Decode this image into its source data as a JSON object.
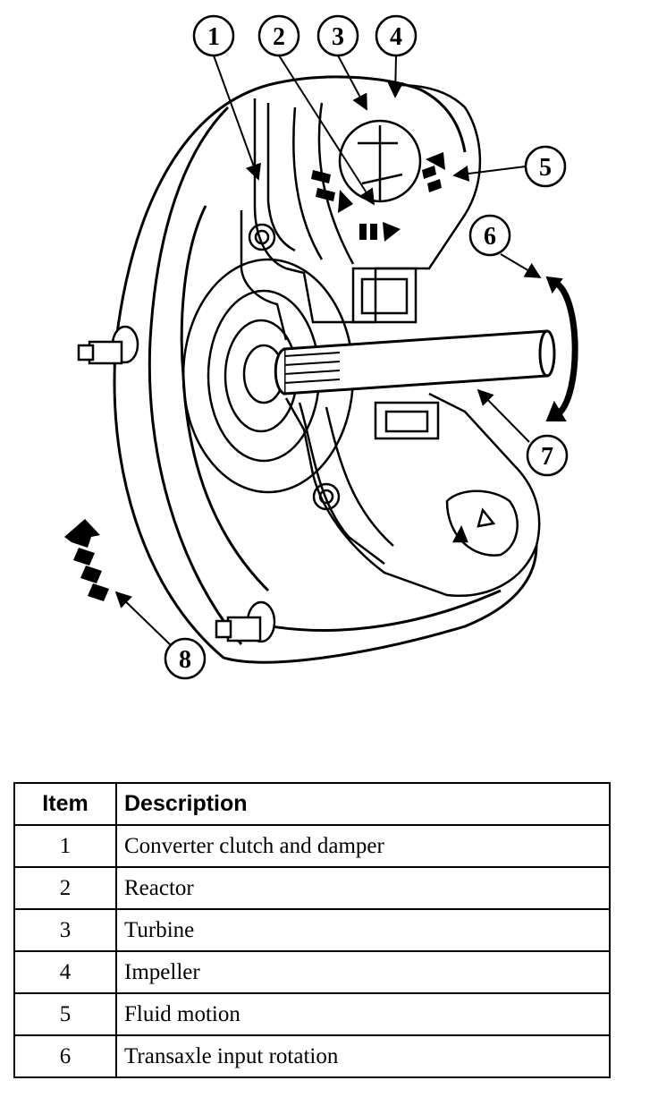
{
  "callouts": [
    "1",
    "2",
    "3",
    "4",
    "5",
    "6",
    "7",
    "8"
  ],
  "legend": {
    "headers": {
      "item": "Item",
      "description": "Description"
    },
    "rows": [
      {
        "item": "1",
        "description": "Converter clutch and damper"
      },
      {
        "item": "2",
        "description": "Reactor"
      },
      {
        "item": "3",
        "description": "Turbine"
      },
      {
        "item": "4",
        "description": "Impeller"
      },
      {
        "item": "5",
        "description": "Fluid motion"
      },
      {
        "item": "6",
        "description": "Transaxle input rotation"
      }
    ]
  },
  "colors": {
    "ink": "#000000",
    "paper": "#ffffff"
  }
}
